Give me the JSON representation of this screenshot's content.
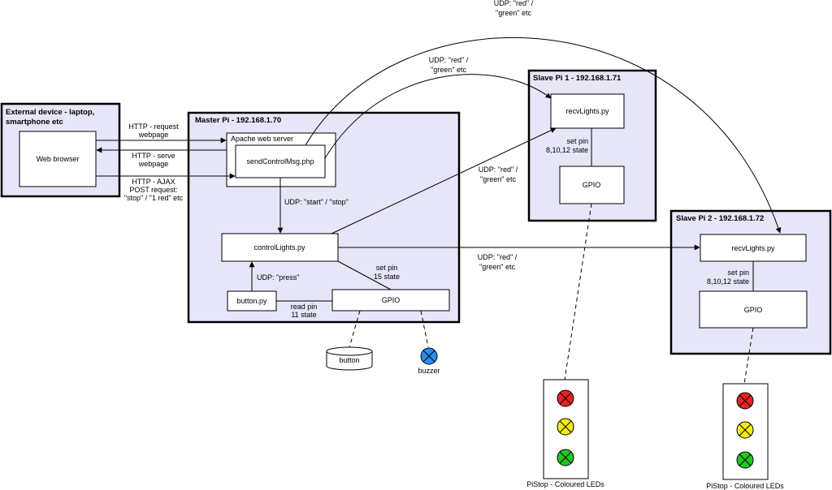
{
  "external": {
    "title_line1": "External device - laptop,",
    "title_line2": "smartphone etc",
    "browser": "Web browser"
  },
  "master": {
    "title": "Master Pi - 192.168.1.70",
    "apache": "Apache web server",
    "php": "sendControlMsg.php",
    "control": "controlLights.py",
    "button_py": "button.py",
    "gpio": "GPIO",
    "button_device": "button",
    "buzzer": "buzzer"
  },
  "slave1": {
    "title": "Slave Pi 1 - 192.168.1.71",
    "recv": "recvLights.py",
    "gpio": "GPIO"
  },
  "slave2": {
    "title": "Slave Pi 2 - 192.168.1.72",
    "recv": "recvLights.py",
    "gpio": "GPIO"
  },
  "labels": {
    "http_request_1": "HTTP - request",
    "http_request_2": "webpage",
    "http_serve_1": "HTTP - serve",
    "http_serve_2": "webpage",
    "http_ajax_1": "HTTP - AJAX",
    "http_ajax_2": "POST request:",
    "http_ajax_3": "\"stop\" / \"1 red\" etc",
    "udp_start_stop": "UDP: \"start\" / \"stop\"",
    "udp_press": "UDP: \"press\"",
    "read_pin_1": "read pin",
    "read_pin_2": "11 state",
    "set_pin15_1": "set pin",
    "set_pin15_2": "15 state",
    "udp_top_1": "UDP: \"red\" /",
    "udp_top_2": "\"green\" etc",
    "udp_s1_1": "UDP: \"red\" /",
    "udp_s1_2": "\"green\" etc",
    "udp_mid_1": "UDP: \"red\" /",
    "udp_mid_2": "\"green\" etc",
    "udp_s2_1": "UDP: \"red\" /",
    "udp_s2_2": "\"green\" etc",
    "s1_setpin_1": "set pin",
    "s1_setpin_2": "8,10,12 state",
    "s2_setpin_1": "set pin",
    "s2_setpin_2": "8,10,12 state"
  },
  "pistop1": {
    "caption": "PiStop - Coloured LEDs"
  },
  "pistop2": {
    "caption": "PiStop - Coloured LEDs"
  },
  "colors": {
    "panel_fill": "#e6e6f8",
    "led_red": "#e8231f",
    "led_yellow": "#f2ec14",
    "led_green": "#21c721",
    "buzzer_blue": "#2a8ef0"
  },
  "icons": {
    "led": "led-x-icon",
    "buzzer": "buzzer-x-icon",
    "button": "button-cylinder-icon"
  }
}
